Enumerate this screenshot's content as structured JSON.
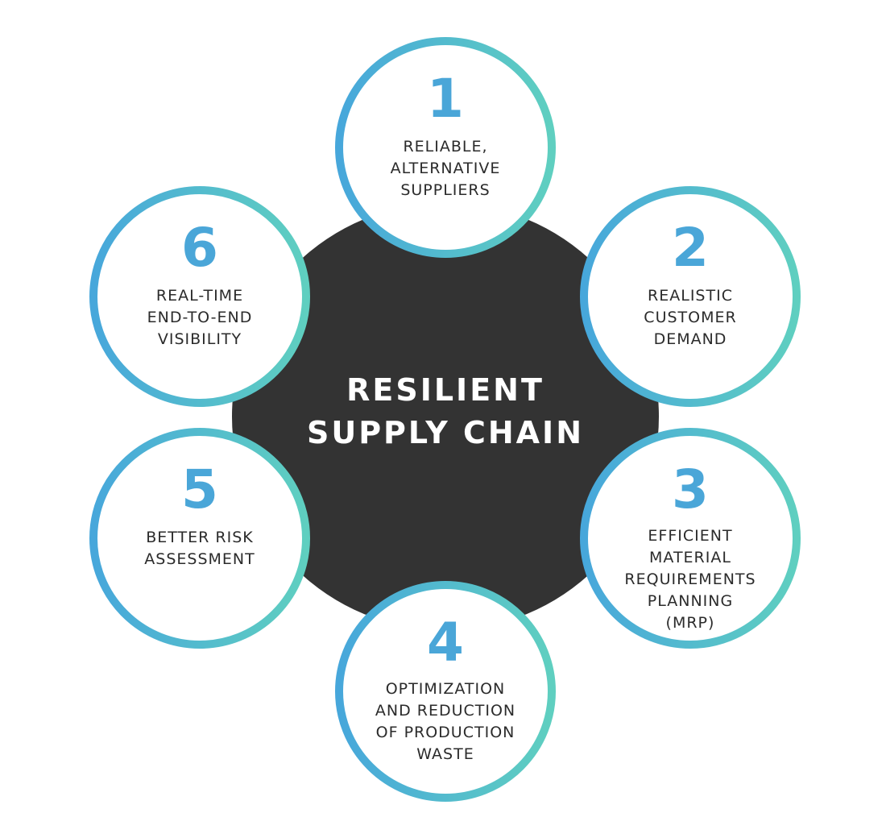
{
  "center": {
    "lines": [
      "RESILIENT",
      "SUPPLY CHAIN"
    ]
  },
  "nodes": [
    {
      "number": "1",
      "lines": [
        "RELIABLE,",
        "ALTERNATIVE",
        "SUPPLIERS"
      ]
    },
    {
      "number": "2",
      "lines": [
        "REALISTIC",
        "CUSTOMER",
        "DEMAND"
      ]
    },
    {
      "number": "3",
      "lines": [
        "EFFICIENT",
        "MATERIAL",
        "REQUIREMENTS",
        "PLANNING",
        "(MRP)"
      ]
    },
    {
      "number": "4",
      "lines": [
        "OPTIMIZATION",
        "AND REDUCTION",
        "OF PRODUCTION",
        "WASTE"
      ]
    },
    {
      "number": "5",
      "lines": [
        "BETTER RISK",
        "ASSESSMENT"
      ]
    },
    {
      "number": "6",
      "lines": [
        "REAL-TIME",
        "END-TO-END",
        "VISIBILITY"
      ]
    }
  ],
  "colors": {
    "background": "#ffffff",
    "hub": "#333333",
    "ring_start": "#47a7db",
    "ring_end": "#5fcfc0",
    "number": "#4aa6d8",
    "label": "#2b2b2b",
    "center_text": "#ffffff"
  }
}
